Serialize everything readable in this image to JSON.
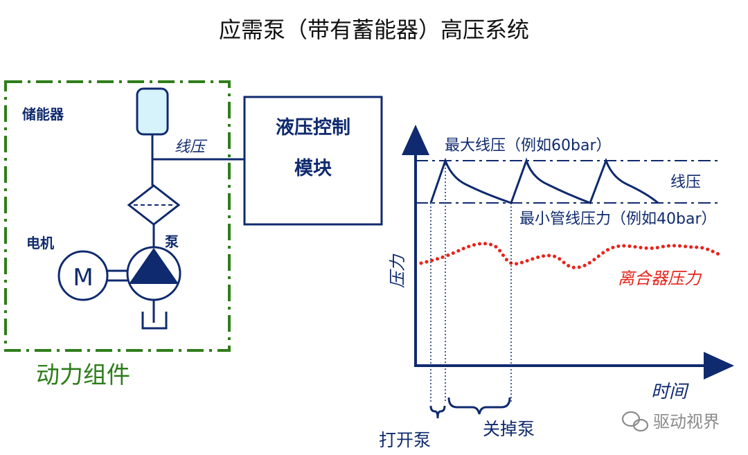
{
  "title": "应需泵（带有蓄能器）高压系统",
  "power_unit": {
    "label": "动力组件",
    "accumulator_label": "储能器",
    "motor_label": "电机",
    "motor_symbol": "M",
    "pump_label": "泵",
    "line_pressure_label": "线压"
  },
  "control_module": {
    "line1": "液压控制",
    "line2": "模块"
  },
  "graph": {
    "y_axis_label": "压力",
    "x_axis_label": "时间",
    "max_label": "最大线压（例如60bar）",
    "min_label": "最小管线压力（例如40bar）",
    "band_label": "线压",
    "clutch_label": "离合器压力",
    "pump_on_label": "打开泵",
    "pump_off_label": "关掉泵"
  },
  "watermark": {
    "text": "驱动视界"
  },
  "colors": {
    "navy": "#0f2a6e",
    "green": "#2e7d1a",
    "red": "#e8231a",
    "accumulator_fill": "#d6f3fb"
  }
}
